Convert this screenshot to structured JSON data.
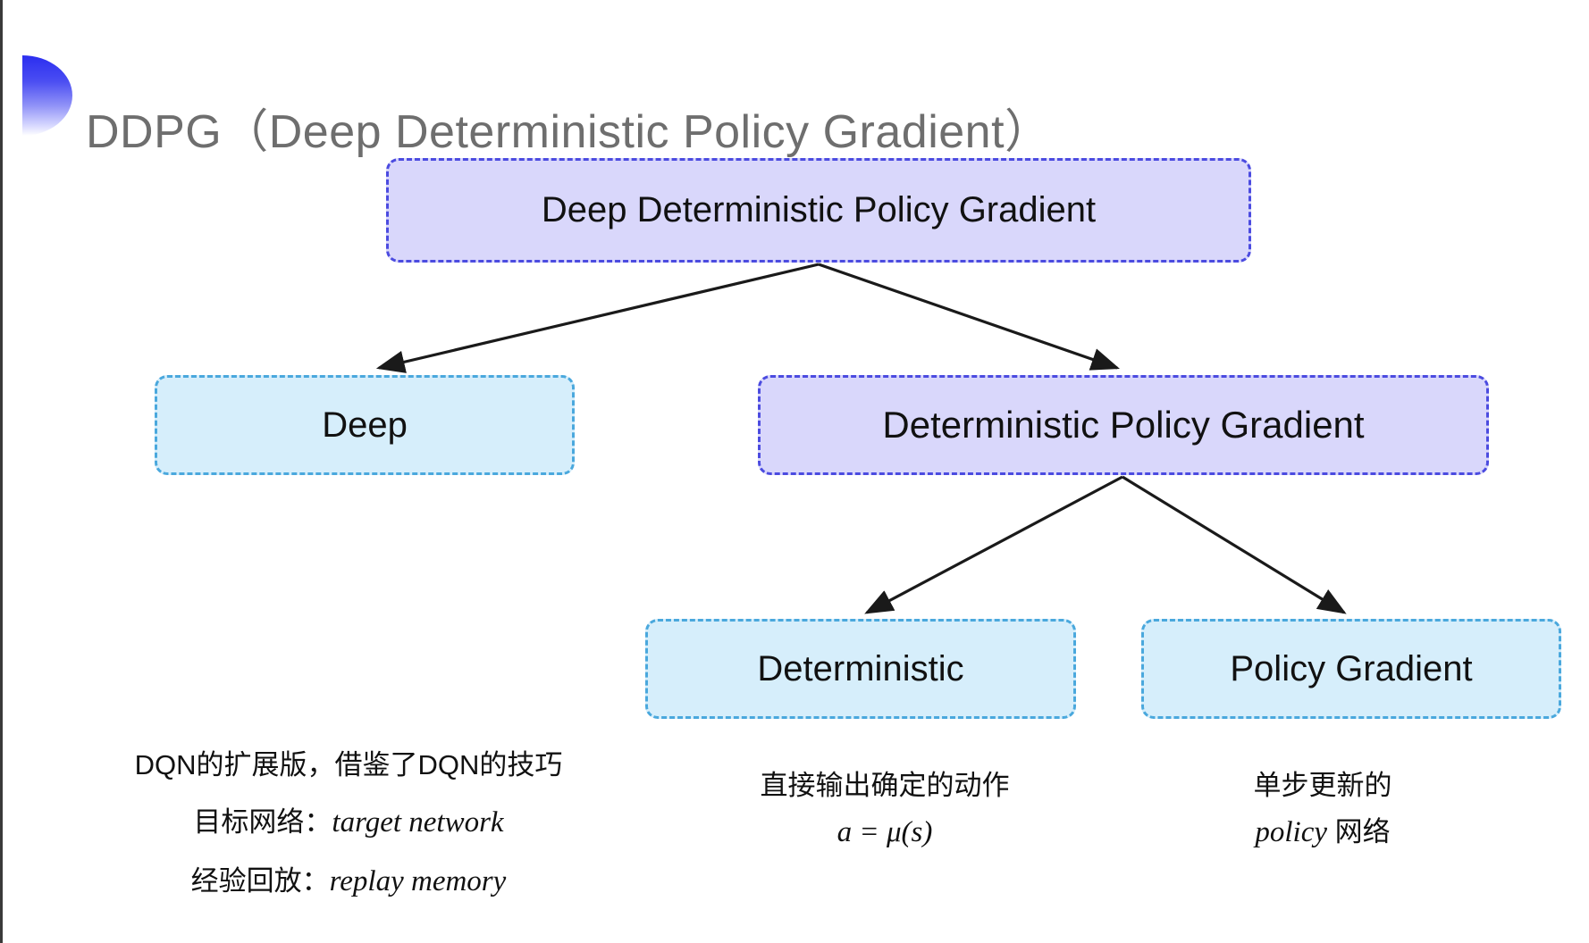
{
  "slide": {
    "title": "DDPG（Deep Deterministic Policy Gradient）",
    "decor_icon": "blue-half-circle-icon",
    "background_color": "#ffffff",
    "title_color": "#6e6e6e"
  },
  "palette": {
    "purple_fill": "#d9d7fb",
    "purple_border": "#4b4be0",
    "cyan_fill": "#d6eefb",
    "cyan_border": "#4aa8dd",
    "arrow_color": "#1a1a1a",
    "decor_blue": "#2b2ef0"
  },
  "diagram": {
    "nodes": [
      {
        "id": "root",
        "label": "Deep Deterministic Policy Gradient",
        "style": "purple"
      },
      {
        "id": "deep",
        "label": "Deep",
        "style": "cyan"
      },
      {
        "id": "dpg",
        "label": "Deterministic Policy Gradient",
        "style": "purple"
      },
      {
        "id": "deterministic",
        "label": "Deterministic",
        "style": "cyan"
      },
      {
        "id": "policy_gradient",
        "label": "Policy Gradient",
        "style": "cyan"
      }
    ],
    "edges": [
      {
        "from": "root",
        "to": "deep"
      },
      {
        "from": "root",
        "to": "dpg"
      },
      {
        "from": "dpg",
        "to": "deterministic"
      },
      {
        "from": "dpg",
        "to": "policy_gradient"
      }
    ]
  },
  "captions": {
    "deep": {
      "line1": "DQN的扩展版，借鉴了DQN的技巧",
      "line2_label": "目标网络：",
      "line2_term": "target network",
      "line3_label": "经验回放：",
      "line3_term": "replay memory"
    },
    "deterministic": {
      "line1": "直接输出确定的动作",
      "formula": "a = μ(s)"
    },
    "policy_gradient": {
      "line1": "单步更新的",
      "line2_term": "policy",
      "line2_suffix": " 网络"
    }
  }
}
